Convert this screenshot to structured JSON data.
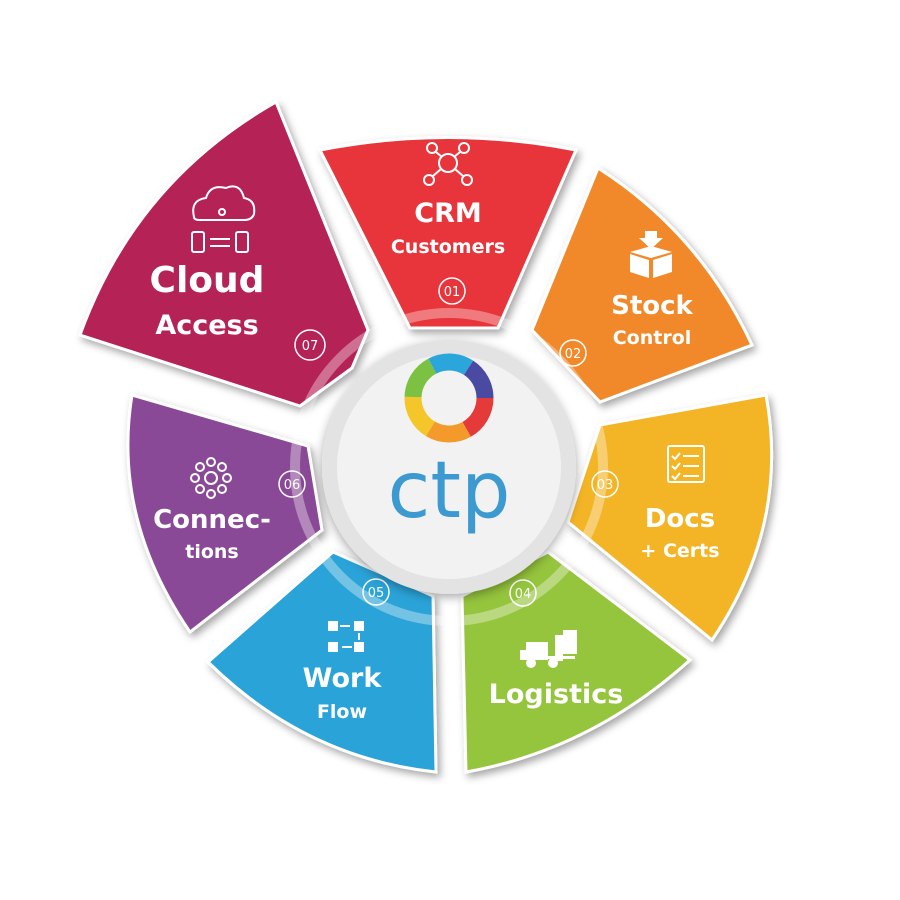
{
  "logo": {
    "text": "ctp"
  },
  "segments": [
    {
      "number": "01",
      "title": "CRM",
      "subtitle": "Customers",
      "icon": "crm-network-icon",
      "color": "#e7343a"
    },
    {
      "number": "02",
      "title": "Stock",
      "subtitle": "Control",
      "icon": "box-download-icon",
      "color": "#f1892a"
    },
    {
      "number": "03",
      "title": "Docs",
      "subtitle": "+ Certs",
      "icon": "document-checklist-icon",
      "color": "#f3b425"
    },
    {
      "number": "04",
      "title": "Logistics",
      "subtitle": "",
      "icon": "forklift-icon",
      "color": "#95c43d"
    },
    {
      "number": "05",
      "title": "Work",
      "subtitle": "Flow",
      "icon": "workflow-icon",
      "color": "#29a3d8"
    },
    {
      "number": "06",
      "title": "Connec-",
      "subtitle": "tions",
      "icon": "connections-hub-icon",
      "color": "#8a4a97"
    },
    {
      "number": "07",
      "title": "Cloud",
      "subtitle": "Access",
      "icon": "cloud-devices-icon",
      "color": "#b52157"
    }
  ]
}
